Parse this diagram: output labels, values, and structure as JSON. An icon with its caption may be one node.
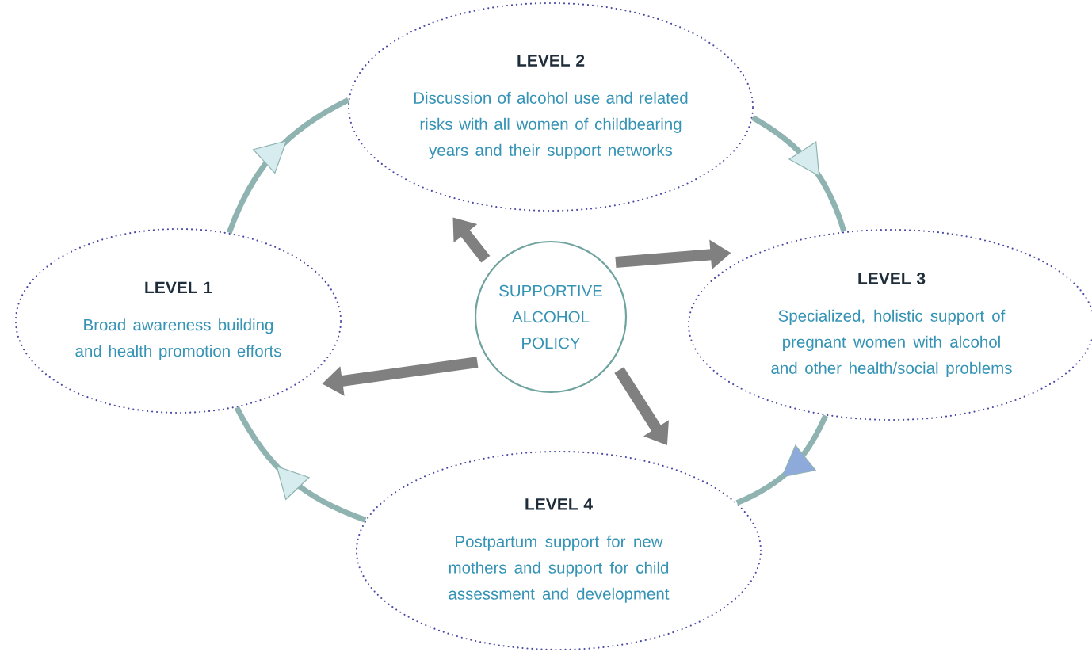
{
  "diagram": {
    "nodes": [
      {
        "text": [
          "LEVEL 2",
          "Discussion of alcohol use and related risks with all women of childbearing years and their support networks"
        ]
      },
      {
        "text": [
          "LEVEL 1",
          "Broad awareness building and health promotion efforts"
        ]
      },
      {
        "text": [
          "SUPPORTIVE ALCOHOL POLICY"
        ]
      },
      {
        "text": [
          "LEVEL 3",
          "Specialized, holistic support of pregnant women with alcohol and other health/social problems"
        ]
      },
      {
        "text": [
          "LEVEL 4",
          "Postpartum support for new mothers and support for child assessment and development"
        ]
      }
    ],
    "edges": [
      {
        "from": 1,
        "to": 0,
        "arrow": "to",
        "color": "#8fb3b0"
      },
      {
        "from": 0,
        "to": 3,
        "arrow": "to",
        "color": "#8fb3b0"
      },
      {
        "from": 3,
        "to": 4,
        "arrow": "to",
        "color": "#8fb3b0"
      },
      {
        "from": 4,
        "to": 1,
        "arrow": "to",
        "color": "#8fb3b0"
      },
      {
        "from": 2,
        "to": 0,
        "arrow": "to",
        "style": "thick",
        "color": "#808080"
      },
      {
        "from": 2,
        "to": 3,
        "arrow": "to",
        "style": "thick",
        "color": "#808080"
      },
      {
        "from": 2,
        "to": 1,
        "arrow": "to",
        "style": "thick",
        "color": "#808080"
      },
      {
        "from": 2,
        "to": 4,
        "arrow": "to",
        "style": "thick",
        "color": "#808080"
      }
    ]
  }
}
